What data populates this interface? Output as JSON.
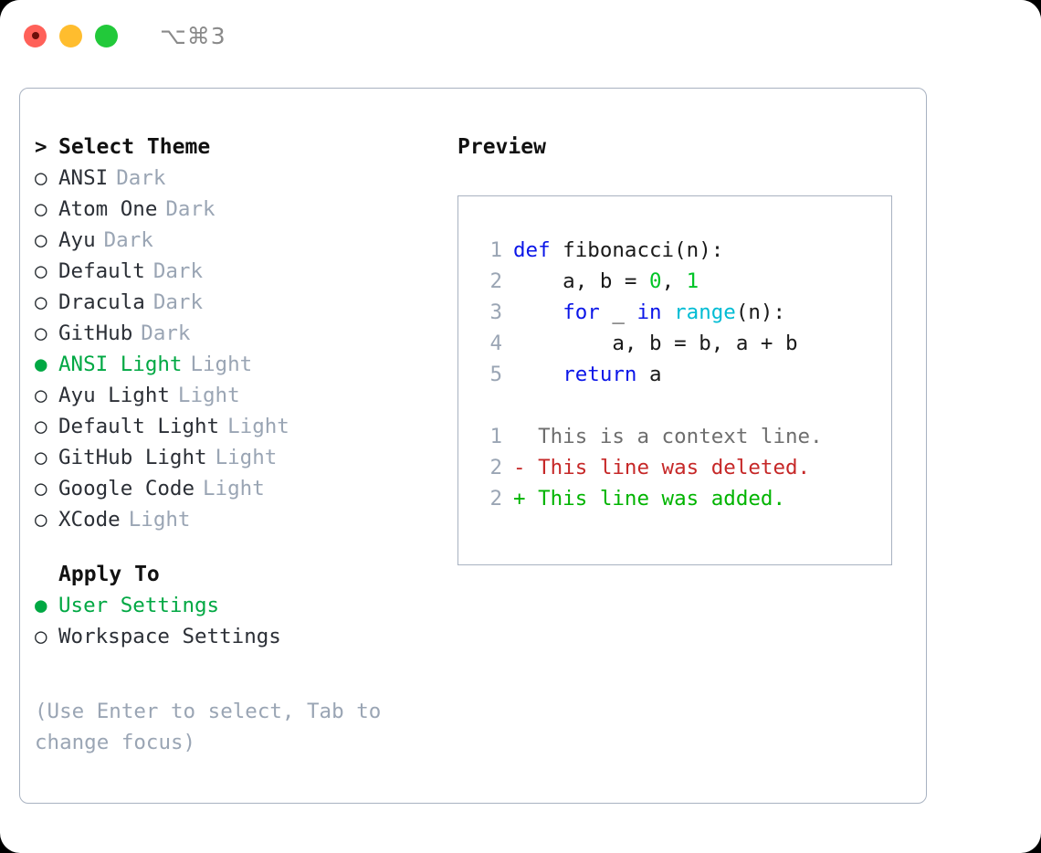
{
  "titlebar": {
    "buttons": [
      {
        "name": "close",
        "color": "#ff6159"
      },
      {
        "name": "minimize",
        "color": "#ffbd2e"
      },
      {
        "name": "maximize",
        "color": "#22c93a"
      }
    ],
    "shortcut": "⌥⌘3"
  },
  "left": {
    "heading_marker": ">",
    "heading": "Select Theme",
    "themes": [
      {
        "marker": "○",
        "name": "ANSI",
        "tag": "Dark",
        "selected": false
      },
      {
        "marker": "○",
        "name": "Atom One",
        "tag": "Dark",
        "selected": false
      },
      {
        "marker": "○",
        "name": "Ayu",
        "tag": "Dark",
        "selected": false
      },
      {
        "marker": "○",
        "name": "Default",
        "tag": "Dark",
        "selected": false
      },
      {
        "marker": "○",
        "name": "Dracula",
        "tag": "Dark",
        "selected": false
      },
      {
        "marker": "○",
        "name": "GitHub",
        "tag": "Dark",
        "selected": false
      },
      {
        "marker": "●",
        "name": "ANSI Light",
        "tag": "Light",
        "selected": true
      },
      {
        "marker": "○",
        "name": "Ayu Light",
        "tag": "Light",
        "selected": false
      },
      {
        "marker": "○",
        "name": "Default Light",
        "tag": "Light",
        "selected": false
      },
      {
        "marker": "○",
        "name": "GitHub Light",
        "tag": "Light",
        "selected": false
      },
      {
        "marker": "○",
        "name": "Google Code",
        "tag": "Light",
        "selected": false
      },
      {
        "marker": "○",
        "name": "XCode",
        "tag": "Light",
        "selected": false
      }
    ],
    "apply_to_heading": "Apply To",
    "apply_to": [
      {
        "marker": "●",
        "name": "User Settings",
        "selected": true
      },
      {
        "marker": "○",
        "name": "Workspace Settings",
        "selected": false
      }
    ],
    "hint": "(Use Enter to select, Tab to change focus)"
  },
  "right": {
    "preview_label": "Preview",
    "code_lines": [
      {
        "no": "1",
        "tokens": [
          {
            "t": "def",
            "c": "kw"
          },
          {
            "t": " fibonacci(n):",
            "c": "txt"
          }
        ]
      },
      {
        "no": "2",
        "tokens": [
          {
            "t": "    a, b = ",
            "c": "txt"
          },
          {
            "t": "0",
            "c": "num"
          },
          {
            "t": ", ",
            "c": "txt"
          },
          {
            "t": "1",
            "c": "num"
          }
        ]
      },
      {
        "no": "3",
        "tokens": [
          {
            "t": "    ",
            "c": "txt"
          },
          {
            "t": "for",
            "c": "kw"
          },
          {
            "t": " _ ",
            "c": "txt"
          },
          {
            "t": "in",
            "c": "kw"
          },
          {
            "t": " ",
            "c": "txt"
          },
          {
            "t": "range",
            "c": "fn"
          },
          {
            "t": "(n):",
            "c": "txt"
          }
        ]
      },
      {
        "no": "4",
        "tokens": [
          {
            "t": "        a, b = b, a + b",
            "c": "txt"
          }
        ]
      },
      {
        "no": "5",
        "tokens": [
          {
            "t": "    ",
            "c": "txt"
          },
          {
            "t": "return",
            "c": "kw"
          },
          {
            "t": " a",
            "c": "txt"
          }
        ]
      }
    ],
    "diff_lines": [
      {
        "no": "1",
        "sign": " ",
        "text": "This is a context line.",
        "kind": "ctx"
      },
      {
        "no": "2",
        "sign": "-",
        "text": "This line was deleted.",
        "kind": "del"
      },
      {
        "no": "2",
        "sign": "+",
        "text": "This line was added.",
        "kind": "add"
      }
    ]
  },
  "colors": {
    "accent_green": "#00a843",
    "muted": "#9aa5b4",
    "keyword_blue": "#0b16e8",
    "function_cyan": "#00bcd4",
    "number_green": "#00c426",
    "diff_delete_red": "#c62828",
    "diff_add_green": "#00b400",
    "border": "#a8b2c1"
  }
}
